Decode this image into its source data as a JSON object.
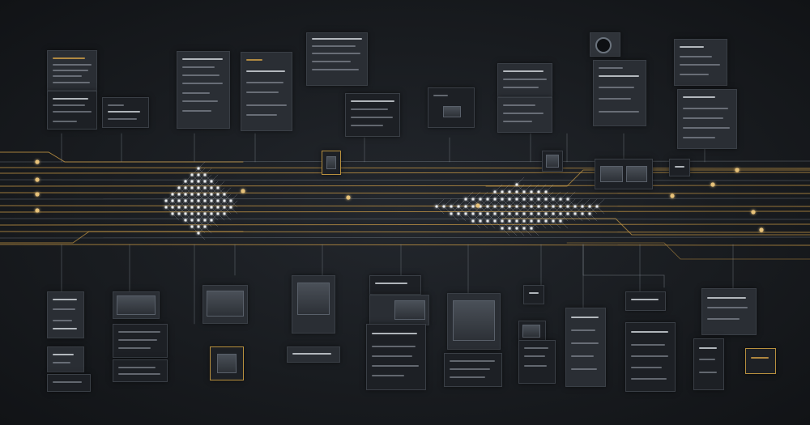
{
  "scene": {
    "description_hidden": "",
    "accent_color": "#c99a45",
    "node_color": "#e9ecef",
    "wire_color_gold": "#c99a45",
    "wire_color_grey": "#8a939c",
    "background": "#191c20"
  },
  "panels_top": [
    {
      "lines": 5
    },
    {
      "lines": 4
    },
    {
      "lines": 6
    },
    {
      "lines": 5
    },
    {
      "lines": 4
    },
    {
      "lines": 4
    },
    {
      "lines": 4
    },
    {
      "lines": 5
    },
    {
      "lines": 5
    },
    {
      "lines": 4
    }
  ],
  "panels_bottom": [
    {
      "lines": 4
    },
    {
      "lines": 5
    },
    {
      "lines": 4
    },
    {
      "lines": 3
    },
    {
      "lines": 6
    },
    {
      "lines": 4
    },
    {
      "lines": 5
    },
    {
      "lines": 6
    },
    {
      "lines": 5
    },
    {
      "lines": 4
    }
  ]
}
